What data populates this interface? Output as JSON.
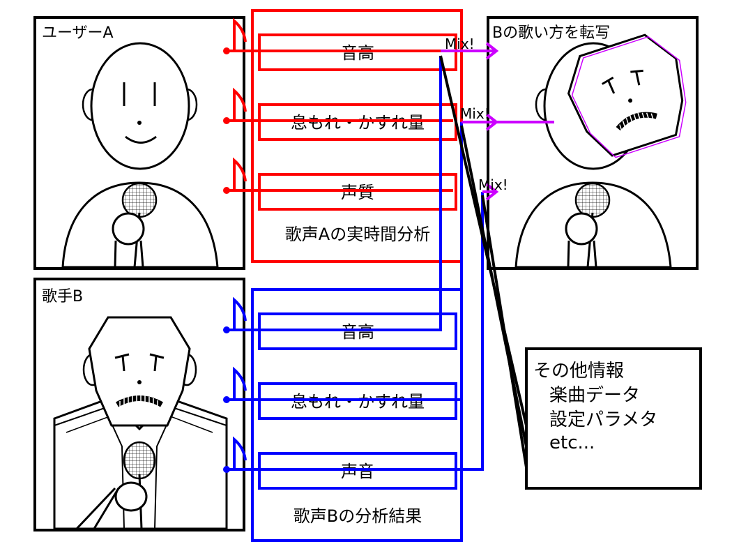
{
  "panels": {
    "user_a": {
      "label": "ユーザーA"
    },
    "singer_b": {
      "label": "歌手B"
    },
    "result": {
      "label": "Bの歌い方を転写"
    }
  },
  "analysis_a": {
    "title": "歌声Aの実時間分析",
    "items": [
      "音高",
      "息もれ・かすれ量",
      "声質"
    ]
  },
  "analysis_b": {
    "title": "歌声Bの分析結果",
    "items": [
      "音高",
      "息もれ・かすれ量",
      "声音"
    ]
  },
  "mix_label": "Mix!",
  "other_info": {
    "title": "その他情報",
    "lines": [
      "楽曲データ",
      "設定パラメタ",
      "etc..."
    ]
  },
  "colors": {
    "analysis_a": "#ff0000",
    "analysis_b": "#0000ff",
    "mix_arrow": "#cc00ff",
    "mix_text": "#6b6b00",
    "title_a": "#660000",
    "title_b": "#000066"
  }
}
